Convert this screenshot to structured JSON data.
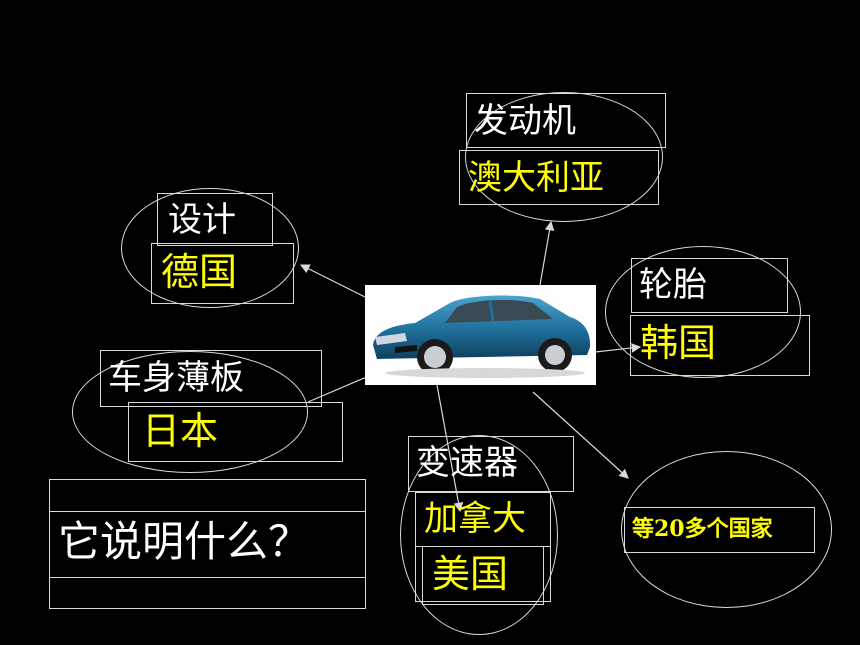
{
  "nodes": {
    "design": {
      "label": "设计",
      "country": "德国"
    },
    "engine": {
      "label": "发动机",
      "country": "澳大利亚"
    },
    "tires": {
      "label": "轮胎",
      "country": "韩国"
    },
    "body": {
      "label": "车身薄板",
      "country": "日本"
    },
    "gearbox": {
      "label": "变速器",
      "country1": "加拿大",
      "country2": "美国"
    },
    "others": {
      "label": "等20多个国家"
    }
  },
  "question": "它说明什么？",
  "colors": {
    "background": "#000000",
    "label": "#ffffff",
    "country": "#ffff00",
    "lines": "#d9d9d9"
  }
}
